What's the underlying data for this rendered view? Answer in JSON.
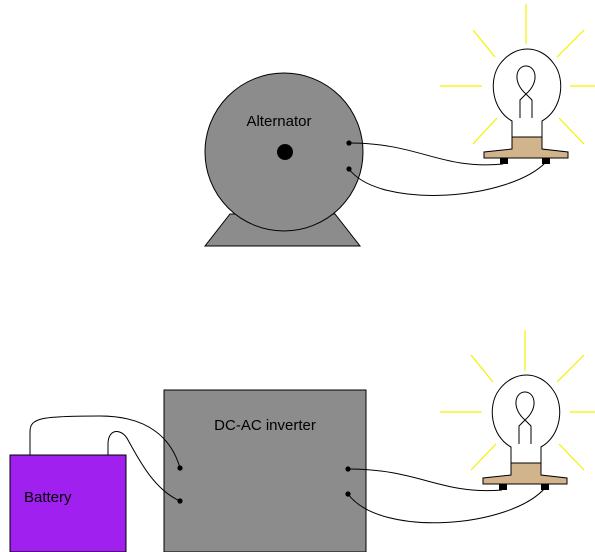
{
  "top_circuit": {
    "source_label": "Alternator"
  },
  "bottom_circuit": {
    "battery_label": "Battery",
    "inverter_label": "DC-AC inverter"
  },
  "colors": {
    "machine_gray": "#8c8c8c",
    "battery_purple": "#a020f0",
    "lamp_base": "#d2b48c",
    "light_rays": "#f2f200",
    "outline": "#000000",
    "background": "#ffffff"
  }
}
